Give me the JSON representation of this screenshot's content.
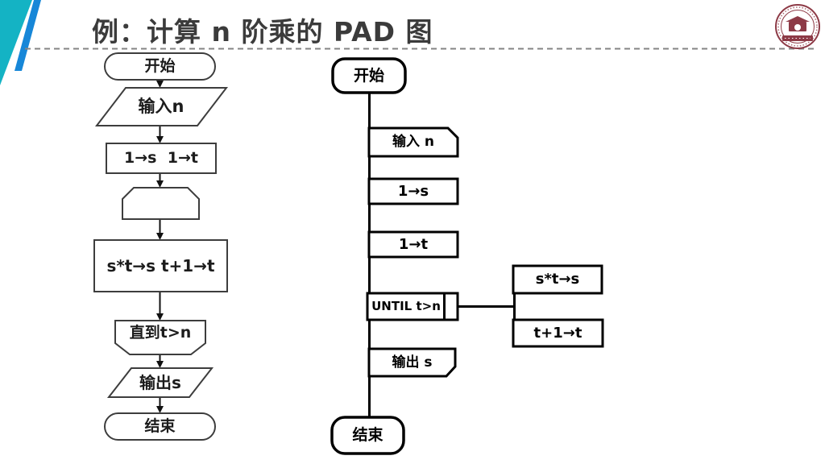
{
  "header": {
    "title": "例：计算 n 阶乘的 PAD 图"
  },
  "colors": {
    "accent_teal": "#14b3c4",
    "accent_blue": "#1787d8",
    "logo_maroon": "#8d3a46",
    "title_text": "#3b3b3b",
    "flowchart_stroke": "#3d3d3d",
    "pad_stroke": "#000000",
    "dashed_rule": "#848484"
  },
  "flowchart": {
    "description": "traditional flowchart for n factorial",
    "nodes": [
      {
        "type": "terminator",
        "label": "开始"
      },
      {
        "type": "io",
        "label": "输入n"
      },
      {
        "type": "process",
        "label": "1→s  1→t"
      },
      {
        "type": "loop-start",
        "label": ""
      },
      {
        "type": "process",
        "label": "s*t→s t+1→t"
      },
      {
        "type": "loop-end",
        "label": "直到t>n"
      },
      {
        "type": "io",
        "label": "输出s"
      },
      {
        "type": "terminator",
        "label": "结束"
      }
    ]
  },
  "pad": {
    "description": "PAD diagram for n factorial",
    "start": "开始",
    "input": "输入 n",
    "assign_s": "1→s",
    "assign_t": "1→t",
    "loop": "UNTIL t>n",
    "loop_body_1": "s*t→s",
    "loop_body_2": "t+1→t",
    "output": "输出 s",
    "end": "结束"
  },
  "logo": {
    "name": "university-seal"
  }
}
